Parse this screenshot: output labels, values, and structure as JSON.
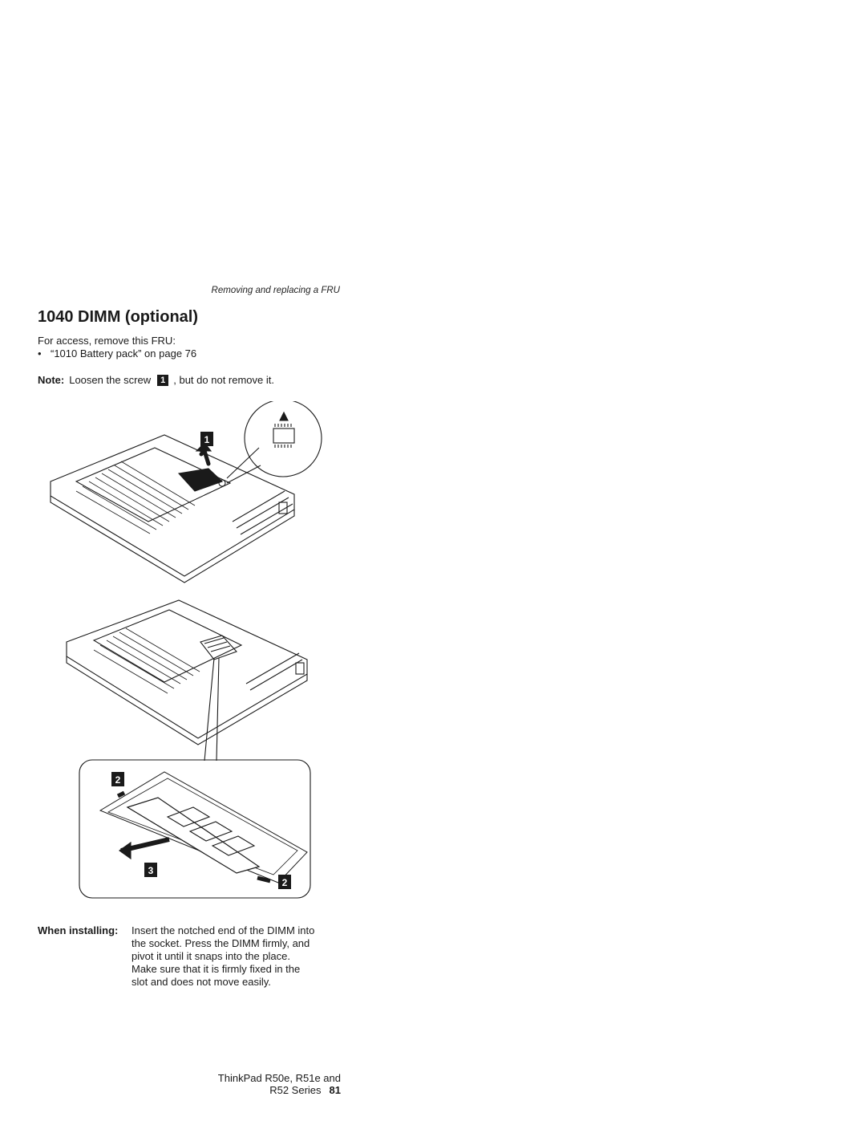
{
  "header": {
    "running_title": "Removing and replacing a FRU"
  },
  "section": {
    "title": "1040 DIMM (optional)",
    "access_intro": "For access, remove this FRU:",
    "access_items": [
      "“1010 Battery pack” on page 76"
    ],
    "note_label": "Note:",
    "note_text_before": "Loosen the screw",
    "note_callout": "1",
    "note_text_after": ", but do not remove it."
  },
  "figure": {
    "callouts": [
      "1",
      "2",
      "3",
      "2"
    ]
  },
  "installing": {
    "label": "When installing:",
    "lines": [
      "Insert the notched end of the DIMM into",
      "the socket. Press the DIMM firmly, and",
      "pivot it until it snaps into the place.",
      "Make sure that it is firmly fixed in the",
      "slot and does not move easily."
    ]
  },
  "footer": {
    "book_title": "ThinkPad R50e, R51e and R52 Series",
    "page_number": "81"
  }
}
